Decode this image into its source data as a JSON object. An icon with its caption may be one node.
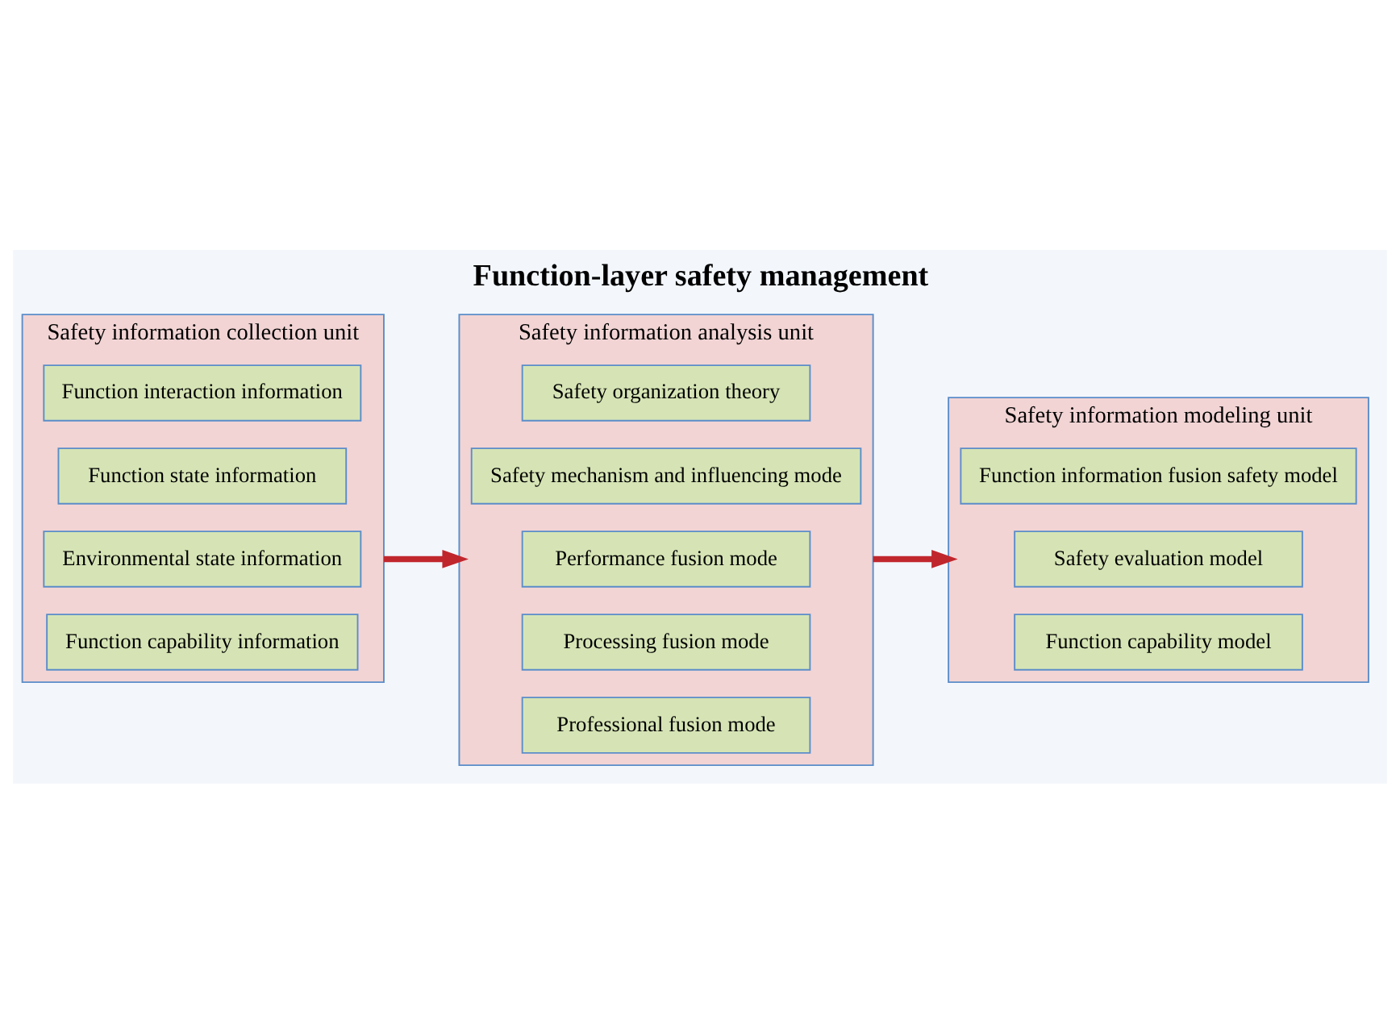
{
  "diagram": {
    "title": "Function-layer safety management",
    "nodes": [
      {
        "text": [
          "Safety information modeling unit"
        ]
      },
      {
        "text": [
          "Function information fusion safety model"
        ],
        "in": 0
      },
      {
        "text": [
          "Safety evaluation model"
        ],
        "in": 0
      },
      {
        "text": [
          "Function capability model"
        ],
        "in": 0
      },
      {
        "text": [
          "Safety information collection unit"
        ]
      },
      {
        "text": [
          "Function interaction information"
        ],
        "in": 4
      },
      {
        "text": [
          "Function state information"
        ],
        "in": 4
      },
      {
        "text": [
          "Environmental state information"
        ],
        "in": 4
      },
      {
        "text": [
          "Function capability information"
        ],
        "in": 4
      },
      {
        "text": [
          "Safety information analysis unit"
        ]
      },
      {
        "text": [
          "Safety organization theory"
        ],
        "in": 9
      },
      {
        "text": [
          "Safety mechanism and influencing mode"
        ],
        "in": 9
      },
      {
        "text": [
          "Performance fusion mode"
        ],
        "in": 9
      },
      {
        "text": [
          "Processing fusion mode"
        ],
        "in": 9
      },
      {
        "text": [
          "Professional fusion mode"
        ],
        "in": 9
      }
    ],
    "edges": [
      {
        "from": 4,
        "to": 9,
        "arrow": "to"
      },
      {
        "from": 9,
        "to": 0,
        "arrow": "to"
      }
    ]
  }
}
